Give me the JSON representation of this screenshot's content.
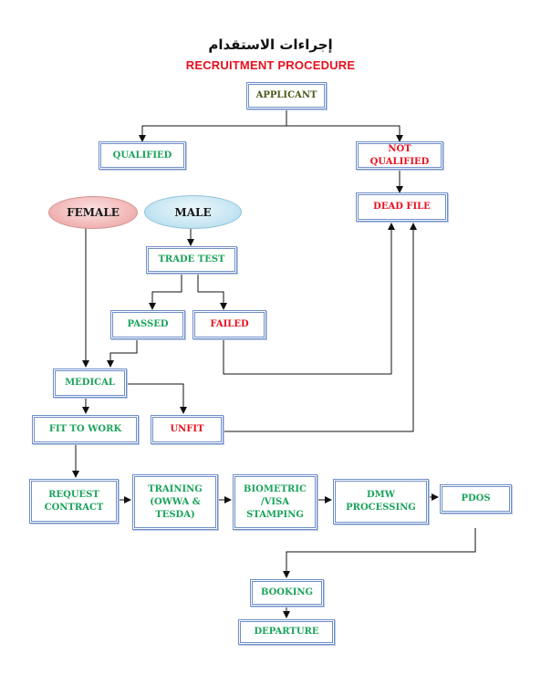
{
  "title_arabic": "إجراءات الاستقدام",
  "title_english": "RECRUITMENT PROCEDURE",
  "nodes": {
    "applicant": "APPLICANT",
    "qualified": "QUALIFIED",
    "not_qualified": "NOT QUALIFIED",
    "dead_file": "DEAD FILE",
    "female": "FEMALE",
    "male": "MALE",
    "trade_test": "TRADE TEST",
    "passed": "PASSED",
    "failed": "FAILED",
    "medical": "MEDICAL",
    "fit_to_work": "FIT TO WORK",
    "unfit": "UNFIT",
    "request_contract": "REQUEST CONTRACT",
    "training": "TRAINING (OWWA & TESDA)",
    "biometric": "BIOMETRIC /VISA STAMPING",
    "dmw_processing": "DMW PROCESSING",
    "pdos": "PDOS",
    "booking": "BOOKING",
    "departure": "DEPARTURE"
  },
  "colors": {
    "title_red": "#e8101e",
    "box_green_text": "#1aa35a",
    "box_red_text": "#e8101e",
    "box_border": "#6e8ec8",
    "female_fill": "#f2b8b8",
    "male_fill": "#c7e6f3"
  }
}
